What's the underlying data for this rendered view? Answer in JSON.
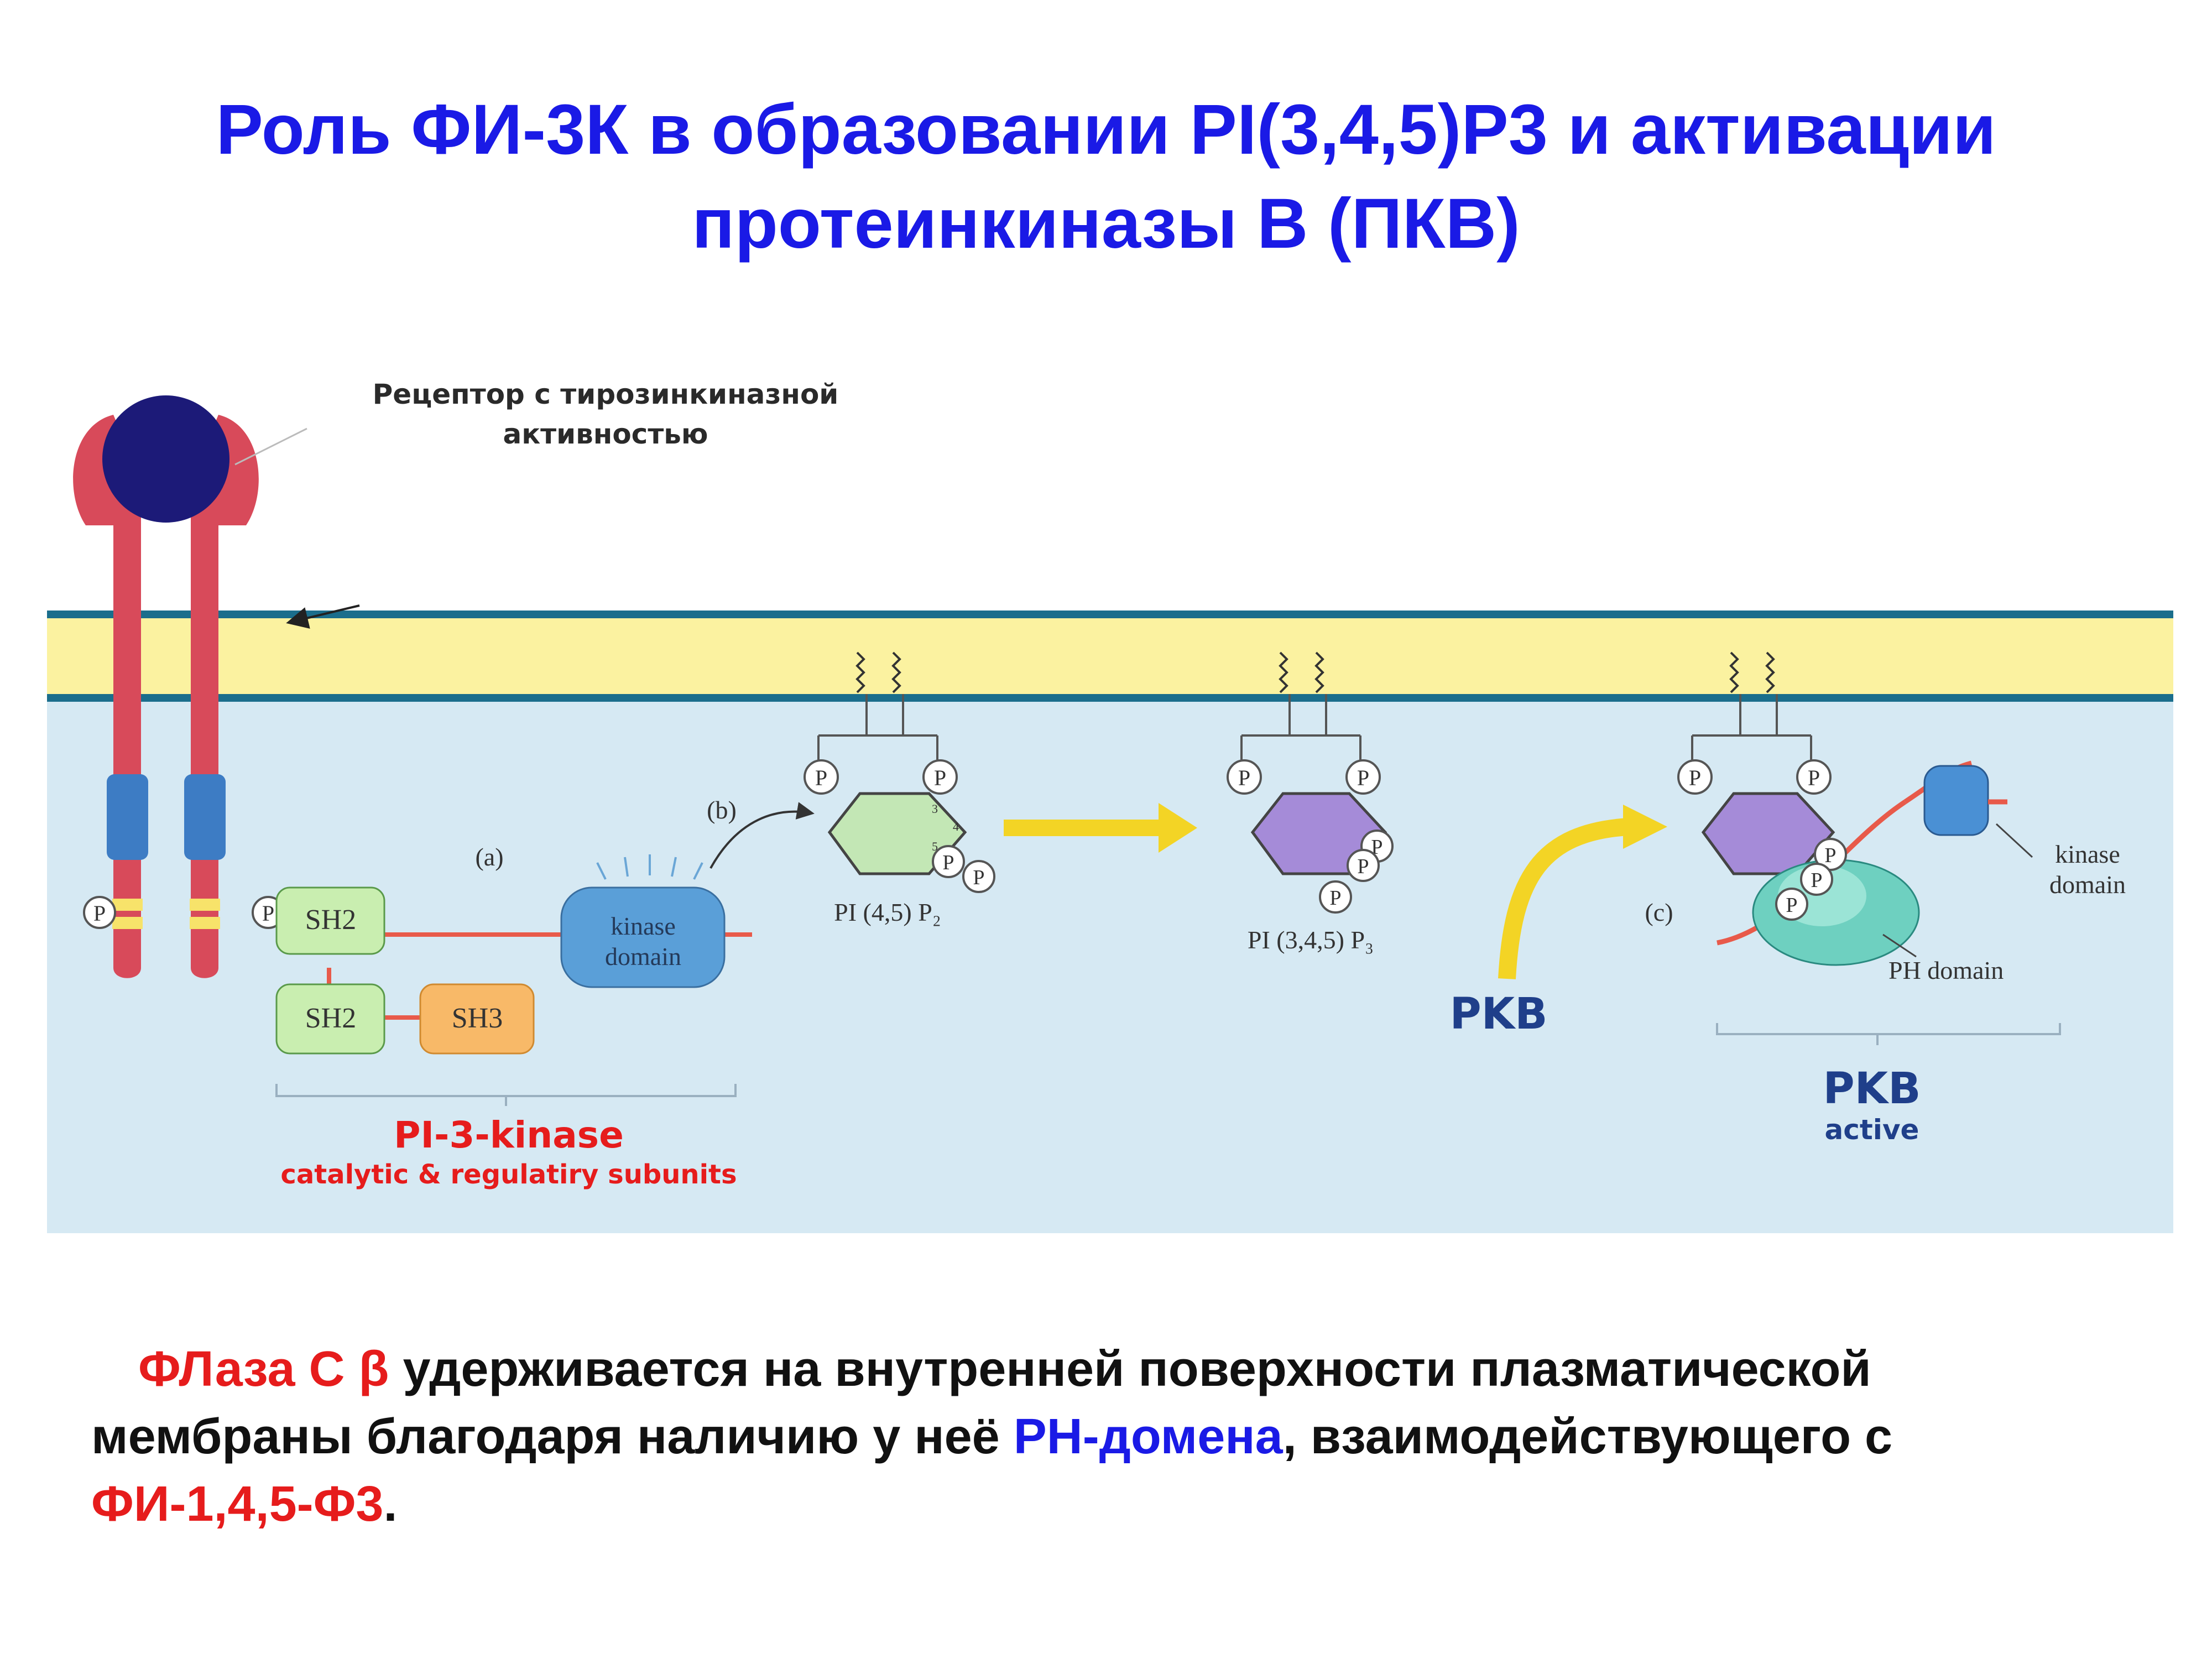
{
  "slide": {
    "title_line1": "Роль ФИ-3К в образовании PI(3,4,5)P3 и активации",
    "title_line2": "протеинкиназы В (ПКВ)"
  },
  "diagram": {
    "receptor_label_line1": "Рецептор с тирозинкиназной",
    "receptor_label_line2": "активностью",
    "label_a": "(a)",
    "label_b": "(b)",
    "label_c": "(c)",
    "sh2_top": "SH2",
    "sh2_bottom": "SH2",
    "sh3": "SH3",
    "kinase_domain_line1": "kinase",
    "kinase_domain_line2": "domain",
    "phosphate": "P",
    "pi45p2": "PI (4,5) P₂",
    "pi345p3": "PI (3,4,5) P₃",
    "pkb_inactive": "PKB",
    "pkb_active": "PKB",
    "pkb_active_sub": "active",
    "right_kinase_line1": "kinase",
    "right_kinase_line2": "domain",
    "ph_domain": "PH domain",
    "pi3k_title": "PI-3-kinase",
    "pi3k_sub": "catalytic & regulatiry subunits",
    "ring_numbers": [
      "3",
      "4",
      "5"
    ]
  },
  "caption": {
    "line1_red": "ФЛаза С β",
    "line1_rest": " удерживается на внутренней поверхности плазматической",
    "line2_start": "мембраны благодаря наличию у неё ",
    "line2_blue": "PH-домена",
    "line2_end": ", взаимодействующего с",
    "line3_red": "ФИ-1,4,5-Ф3",
    "line3_end": "."
  },
  "colors": {
    "title": "#1a1ae6",
    "membrane": "#fbf2a0",
    "membrane_edge": "#1b6e8c",
    "cytosol": "#d6e9f3",
    "receptor": "#d84a5a",
    "ligand": "#1c1a78",
    "caption_red": "#e61c1c",
    "caption_blue": "#1a1ae6"
  }
}
